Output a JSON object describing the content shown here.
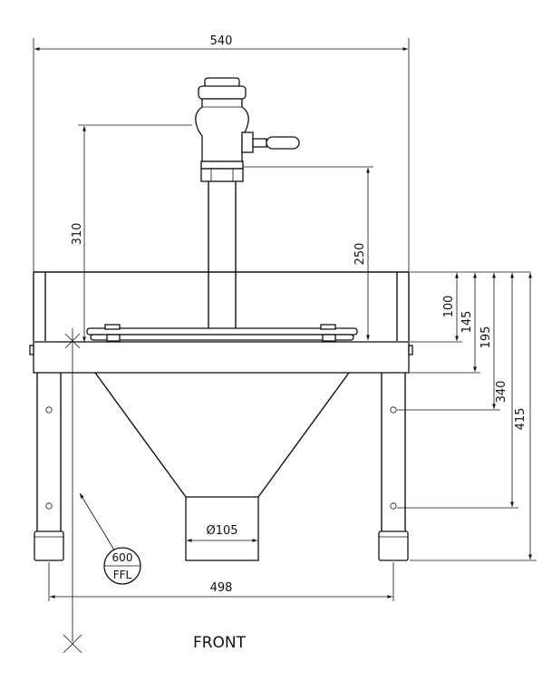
{
  "dimensions": {
    "overall_width": "540",
    "leg_span": "498",
    "tap_height": "310",
    "spout_height": "250",
    "d100": "100",
    "d145": "145",
    "d195": "195",
    "d340": "340",
    "d415": "415",
    "outlet_diameter": "Ø105"
  },
  "ffl_badge": {
    "height": "600",
    "label": "FFL"
  },
  "view_label": "FRONT"
}
